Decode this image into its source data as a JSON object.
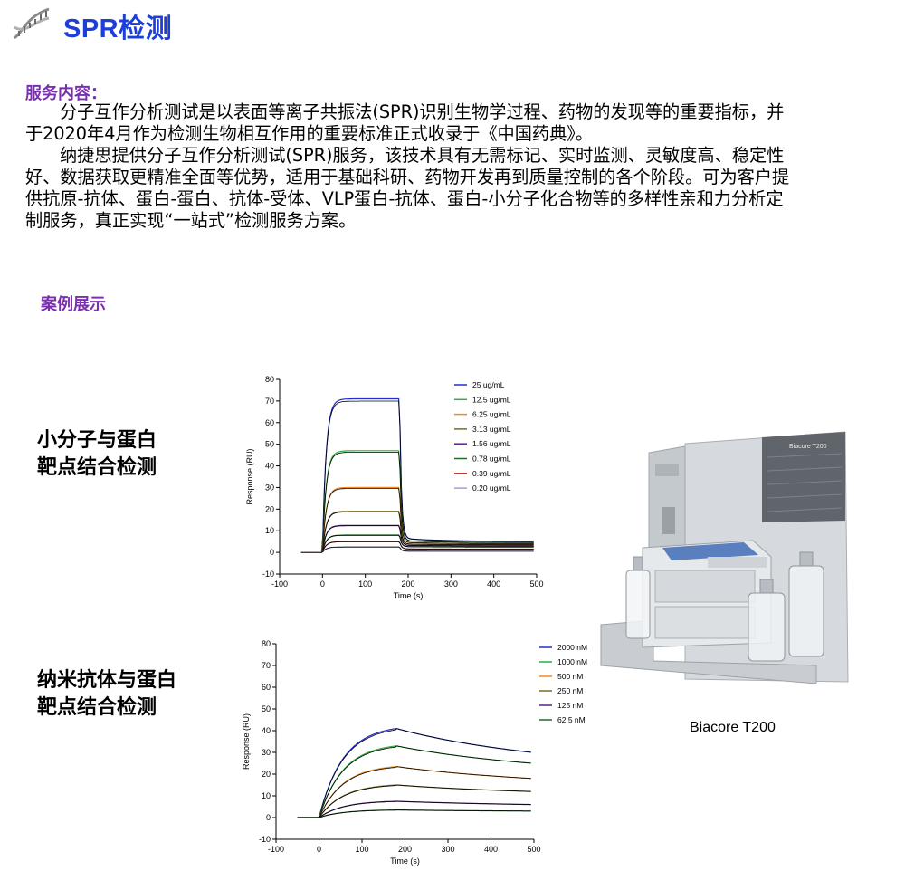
{
  "header": {
    "title": "SPR检测",
    "logo_icon": "dna-helix-icon"
  },
  "service": {
    "label": "服务内容：",
    "paragraphs": [
      "分子互作分析测试是以表面等离子共振法(SPR)识别生物学过程、药物的发现等的重要指标，并于2020年4月作为检测生物相互作用的重要标准正式收录于《中国药典》。",
      "纳捷思提供分子互作分析测试(SPR)服务，该技术具有无需标记、实时监测、灵敏度高、稳定性好、数据获取更精准全面等优势，适用于基础科研、药物开发再到质量控制的各个阶段。可为客户提供抗原-抗体、蛋白-蛋白、抗体-受体、VLP蛋白-抗体、蛋白-小分子化合物等的多样性亲和力分析定制服务，真正实现“一站式”检测服务方案。"
    ]
  },
  "cases": {
    "label": "案例展示",
    "case1": {
      "line1": "小分子与蛋白",
      "line2": "靶点结合检测"
    },
    "case2": {
      "line1": "纳米抗体与蛋白",
      "line2": "靶点结合检测"
    }
  },
  "instrument": {
    "caption": "Biacore T200",
    "label_text": "Biacore T200"
  },
  "chart_data": [
    {
      "type": "line",
      "xlabel": "Time (s)",
      "ylabel": "Response (RU)",
      "xlim": [
        -100,
        500
      ],
      "ylim": [
        -10,
        80
      ],
      "xticks": [
        -100,
        0,
        100,
        200,
        300,
        400,
        500
      ],
      "yticks": [
        -10,
        0,
        10,
        20,
        30,
        40,
        50,
        60,
        70,
        80
      ],
      "legend_position": "top-right",
      "injection_end": 180,
      "fit_line_color": "#000000",
      "series": [
        {
          "name": "25 ug/mL",
          "color": "#1f2fd0",
          "plateau": 71,
          "end_value": 5
        },
        {
          "name": "12.5 ug/mL",
          "color": "#2bb03a",
          "plateau": 47,
          "end_value": 4.5
        },
        {
          "name": "6.25 ug/mL",
          "color": "#f08a1c",
          "plateau": 30,
          "end_value": 4
        },
        {
          "name": "3.13 ug/mL",
          "color": "#7a6a20",
          "plateau": 19,
          "end_value": 3.5
        },
        {
          "name": "1.56 ug/mL",
          "color": "#5a1e8c",
          "plateau": 12.5,
          "end_value": 3
        },
        {
          "name": "0.78 ug/mL",
          "color": "#1e6b2a",
          "plateau": 8,
          "end_value": 2.5
        },
        {
          "name": "0.39 ug/mL",
          "color": "#c42a2a",
          "plateau": 5,
          "end_value": 1.5
        },
        {
          "name": "0.20 ug/mL",
          "color": "#9aa0d8",
          "plateau": 2.5,
          "end_value": 0.5
        }
      ]
    },
    {
      "type": "line",
      "xlabel": "Time (s)",
      "ylabel": "Response (RU)",
      "xlim": [
        -100,
        500
      ],
      "ylim": [
        -10,
        80
      ],
      "xticks": [
        -100,
        0,
        100,
        200,
        300,
        400,
        500
      ],
      "yticks": [
        -10,
        0,
        10,
        20,
        30,
        40,
        50,
        60,
        70,
        80
      ],
      "legend_position": "top-right",
      "injection_end": 180,
      "fit_line_color": "#000000",
      "series": [
        {
          "name": "2000 nM",
          "color": "#1f2fd0",
          "peak": 41,
          "end_value": 30
        },
        {
          "name": "1000 nM",
          "color": "#2bb03a",
          "peak": 33,
          "end_value": 25
        },
        {
          "name": "500 nM",
          "color": "#f08a1c",
          "peak": 23.5,
          "end_value": 18
        },
        {
          "name": "250 nM",
          "color": "#7a6a20",
          "peak": 15,
          "end_value": 12
        },
        {
          "name": "125 nM",
          "color": "#5a1e8c",
          "peak": 7.5,
          "end_value": 6
        },
        {
          "name": "62.5 nM",
          "color": "#1e6b2a",
          "peak": 3.5,
          "end_value": 3
        }
      ]
    }
  ]
}
